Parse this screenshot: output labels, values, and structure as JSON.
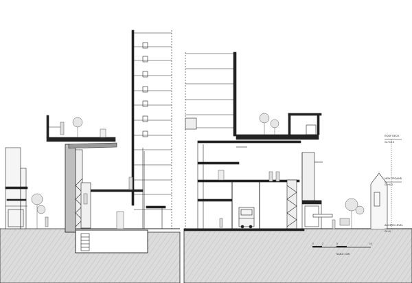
{
  "drawing": {
    "levels": [
      {
        "name": "ROOF DECK",
        "value": "GL+10.5"
      },
      {
        "name": "NEW GROUND",
        "value": "GL+6.5"
      },
      {
        "name": "ACCESS LEVEL",
        "value": "GL+0"
      }
    ],
    "scale": {
      "label": "SCALE 1:200",
      "ticks": [
        "0",
        "2",
        "5",
        "10"
      ]
    }
  },
  "colors": {
    "line": "#222222",
    "ground_fill": "#d9d9d9",
    "wall_fill": "#f2f2f2"
  }
}
